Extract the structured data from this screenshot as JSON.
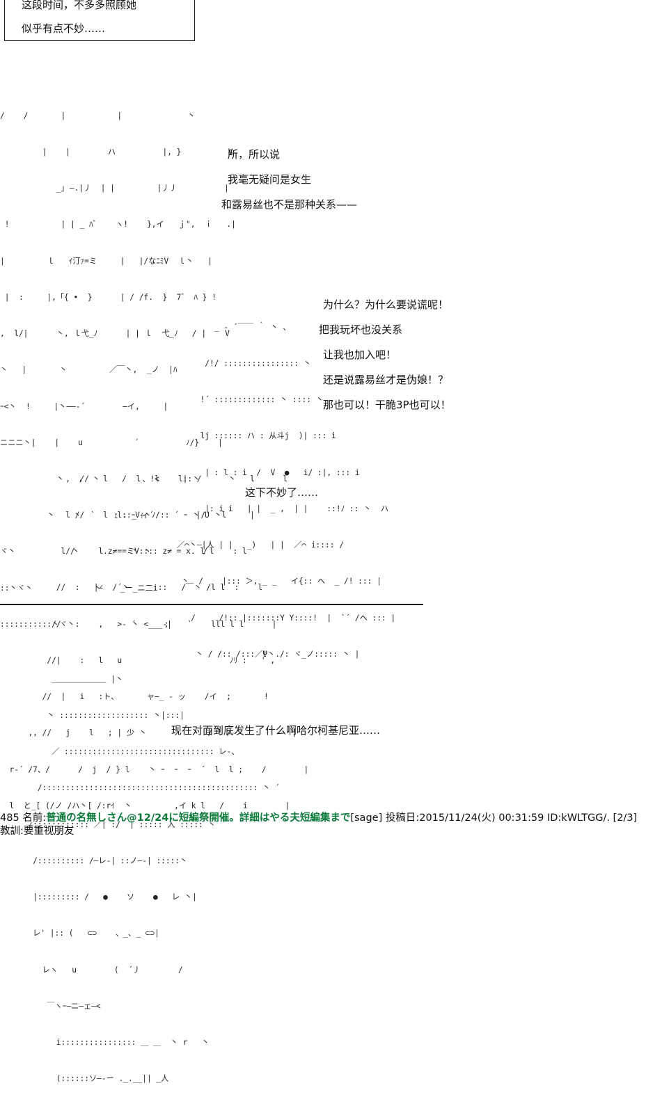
{
  "top_box": {
    "line1": "这段时间，不多多照顾她",
    "line2": "似乎有点不妙……"
  },
  "panel1": {
    "dialog": [
      "所，所以说",
      "我毫无疑问是女生",
      "和露易丝也不是那种关系——"
    ],
    "art": [
      "/    /       |           |              丶",
      "         |    |        ハ          |, }          V",
      "            _｣ ―.|丿  | |         |丿丿          |",
      " !           | | _ ﾊﾞ    ヽ!    },イ   ｊ\",  ｉ   .|",
      "|         ｌ   ｲ汀ｧ=ミ     |   |/なﾆﾐV  ｌ丶   |",
      " |  :     |,「{ •  }      | / /f.  }  7゛ ﾊ } !",
      ",  l/|      丶, ｌ弋_ﾉ      | | ｌ  弋_ﾉ   / |    V",
      "丶   |       丶         ／￣丶,  _ノ  |ﾊ",
      "ｰ<丶  !     |丶――‐´        ―イ,     |",
      "ニニニ丶|    |    u           ´          ﾉ/}    |",
      "            丶   ,  丶         、 <     |  /",
      "          丶    丶  `    ｪ . _ ィ´         |/",
      "ヾ丶            丶           丶 丶           /",
      "::丶ヾ丶             丶    _ー_ニ二i",
      ":::::::::::丶ヾ丶            丶 <___-|"
    ]
  },
  "panel2": {
    "dialog": [
      "为什么？为什么要说谎呢！",
      "把我玩坏也没关系",
      "让我也加入吧！",
      "还是说露易丝才是伪娘！？",
      "那也可以！干脆3P也可以！"
    ],
    "art": [
      "                _ - ´￣￣ ｀ 丶 、",
      "              /!/ :::::::::::::::: 丶",
      "             !´ ::::::::::::: 丶 :::: 丶",
      "             lj :::::: ハ : 从斗j  )| ::: i",
      "              | : l : i  /  V  ●   i/ :|, ::: i",
      "              |: i i   | |  _ ,  | |    ::!ﾉ :: 丶  ハ",
      "        ／⌒丶―|人 | |   _)   | |  ／⌒ i:::: /",
      "         丶  /    |::: ＞, _ _   イ{:: ヘ  _ /! ::: |",
      "           /     /!:: |:::::::Y Y::::!  |  `´ /ヘ ::: |",
      "            丶 / /:: /:::／Ψ丶./: ヾ_ノ::::: 丶 |"
    ]
  },
  "panel3": {
    "dialog": [
      "这下不妙了……"
    ],
    "art": [
      "              ,  //   l   /  l  !l    l::丶      丶   l      l",
      "              l //    l  l::ｰVｨ丶ﾉ/:: ´ ｰ 丶 U 丶l     |",
      "             l//     l.z≠==ミV:::: z≠ = x. l l    : l",
      "            //  :   |∠  /´丶     :::   /￣丶 /l l  :    l",
      "           //   :    ,   >‐ ´      ;    `    lll l l      |",
      "          //|    :   l   u                       ﾉﾘ :   ' ,",
      "         //  |   i   :ト、      ャ―_ - ッ    /イ  ;       !",
      "      ,, //   j    l   ; | 少 丶             / l /     :       |",
      "  r‐´ /7、/      /  j  / } l    丶 ｰ  ｰ  ｰ  ´  l  l ;    /        |",
      "  l  と_[ (/ノ /ハ丶[ /:rｲ  丶         ,イ k l   /    i        |"
    ]
  },
  "panel4": {
    "dialog": [
      "现在对面到底发生了什么啊哈尔柯基尼亚……"
    ],
    "art": [
      "           ＿＿＿＿＿＿＿ |丶",
      "          丶 ::::::::::::::::::: 丶|:::|",
      "           ／ :::::::::::::::::::::::::::::::: レ-、",
      "        /:::::::::::::::::::::::::::::::::::::::::::::: 丶 ´",
      "      ∠:::::::::::: ／| :/  | ::::: 入 ::::: 丶",
      "       /:::::::::: /―レ‐| ::ノ―‐| :::::丶",
      "       |::::::::: /   ●    ソ    ●   レ 丶|",
      "       レ' |:: (   ⊂⊃    、_、_ ⊂⊃|",
      "         レヽ   u        (  ´丿        /",
      "          ￣ヽｰ―ニ―ェ―<",
      "            i:::::::::::::::: ＿ ＿  丶 r   丶",
      "            (::::::ソ―‐ー ._.__|| _人"
    ]
  },
  "footer": {
    "number": "485",
    "name_label": "名前:",
    "name_value": "普通の名無しさん@12/24に短編祭開催。詳細はやる夫短編集まで",
    "mail": "[sage]",
    "date_label": "投稿日:",
    "date_value": "2015/11/24(火) 00:31:59",
    "id_label": "ID:",
    "id_value": "kWLTGG/.",
    "page": "[2/3]",
    "lesson_label": "教訓:",
    "lesson_value": "要重视朋友"
  }
}
